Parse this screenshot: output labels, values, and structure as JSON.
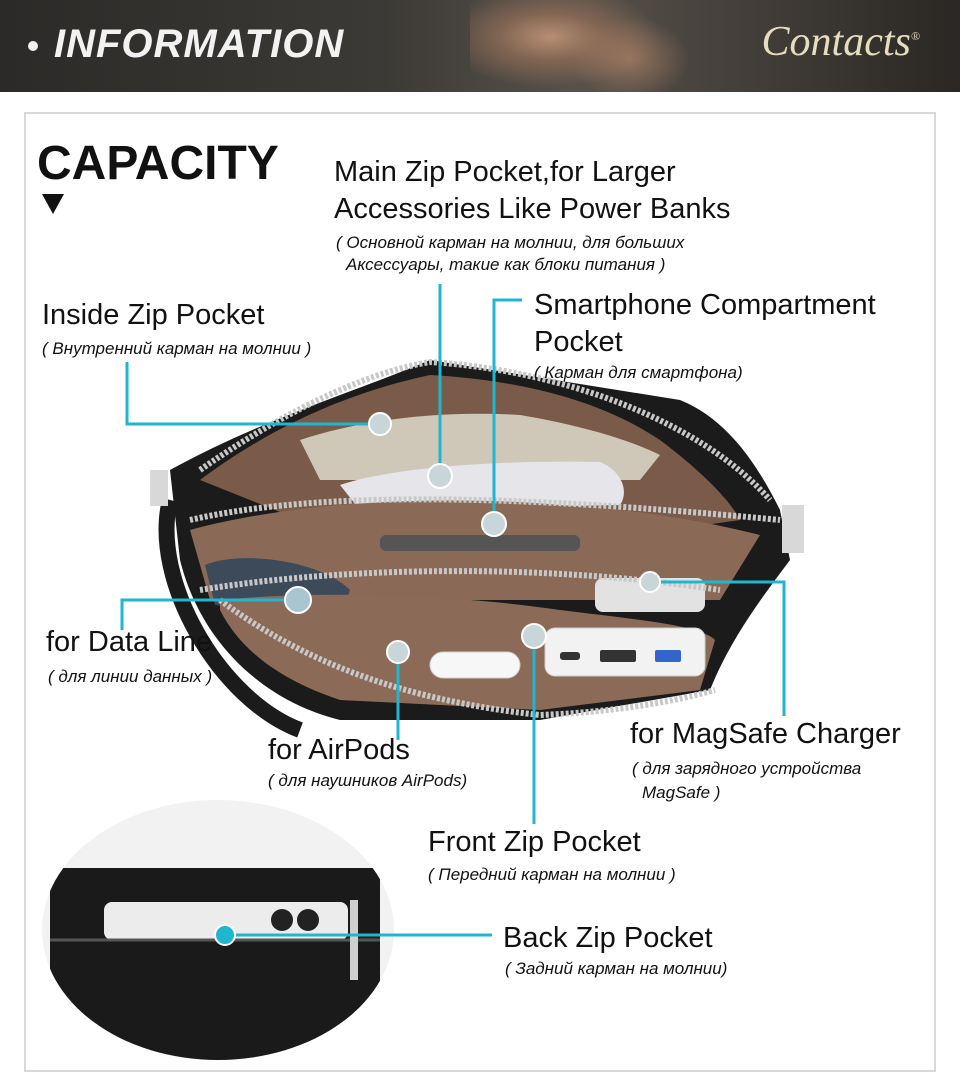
{
  "banner": {
    "title": "INFORMATION",
    "brand": "Contacts",
    "brand_mark": "®"
  },
  "heading": "CAPACITY",
  "callouts": {
    "main_zip": {
      "label_line1": "Main Zip Pocket,for Larger",
      "label_line2": "Accessories Like Power Banks",
      "sub_line1": "( Основной карман на молнии, для больших",
      "sub_line2": "Аксессуары, такие как блоки питания )"
    },
    "inside_zip": {
      "label": "Inside Zip Pocket",
      "sub": "( Внутренний карман на молнии )"
    },
    "smartphone": {
      "label_line1": "Smartphone Compartment",
      "label_line2": "Pocket",
      "sub": "( Карман для смартфона)"
    },
    "data_line": {
      "label": "for Data Line",
      "sub": "( для линии данных )"
    },
    "airpods": {
      "label": "for AirPods",
      "sub": "( для наушников AirPods)"
    },
    "magsafe": {
      "label": "for MagSafe Charger",
      "sub_line1": "( для зарядного устройства",
      "sub_line2": "MagSafe )"
    },
    "front_zip": {
      "label": "Front Zip Pocket",
      "sub": "( Передний карман на молнии )"
    },
    "back_zip": {
      "label": "Back Zip Pocket",
      "sub": "( Задний карман на молнии)"
    }
  },
  "colors": {
    "accent": "#1fb6d0",
    "banner_text": "#f2f2f2",
    "lining": "#7a5a48",
    "leather": "#1b1b1b"
  }
}
